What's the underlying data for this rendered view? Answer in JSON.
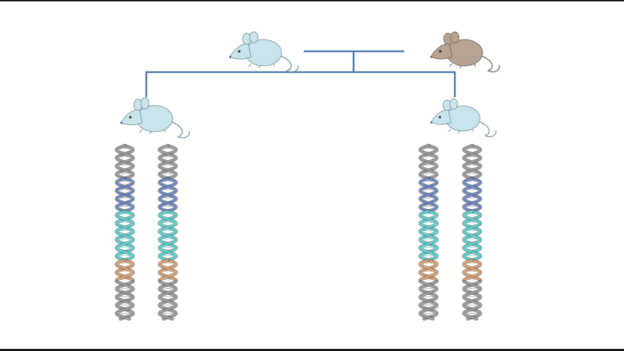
{
  "colors": {
    "line": "#4a74a8",
    "mouse_wildtype": "#c9e4ea",
    "mouse_wildtype_outline": "#7f9aa3",
    "mouse_brown": "#b5a393",
    "mouse_brown_outline": "#7d6e62",
    "frame": "#111111"
  },
  "pedigree": {
    "parents": [
      {
        "id": "parent-1",
        "coat": "wildtype"
      },
      {
        "id": "parent-2",
        "coat": "brown"
      }
    ],
    "offspring": [
      {
        "id": "offspring-1",
        "coat": "wildtype"
      },
      {
        "id": "offspring-2",
        "coat": "wildtype"
      }
    ]
  },
  "chromosome_segments": [
    {
      "region": "flank-top",
      "turns": 2,
      "color": "#9a9a9a"
    },
    {
      "region": "gene-blue",
      "turns": 2,
      "color": "#6f86c0"
    },
    {
      "region": "gene-cyan",
      "turns": 3,
      "color": "#5ccfcf"
    },
    {
      "region": "gene-orange",
      "turns": 1.3,
      "color": "#d6a070"
    },
    {
      "region": "flank-bottom",
      "turns": 2.3,
      "color": "#9a9a9a"
    }
  ]
}
